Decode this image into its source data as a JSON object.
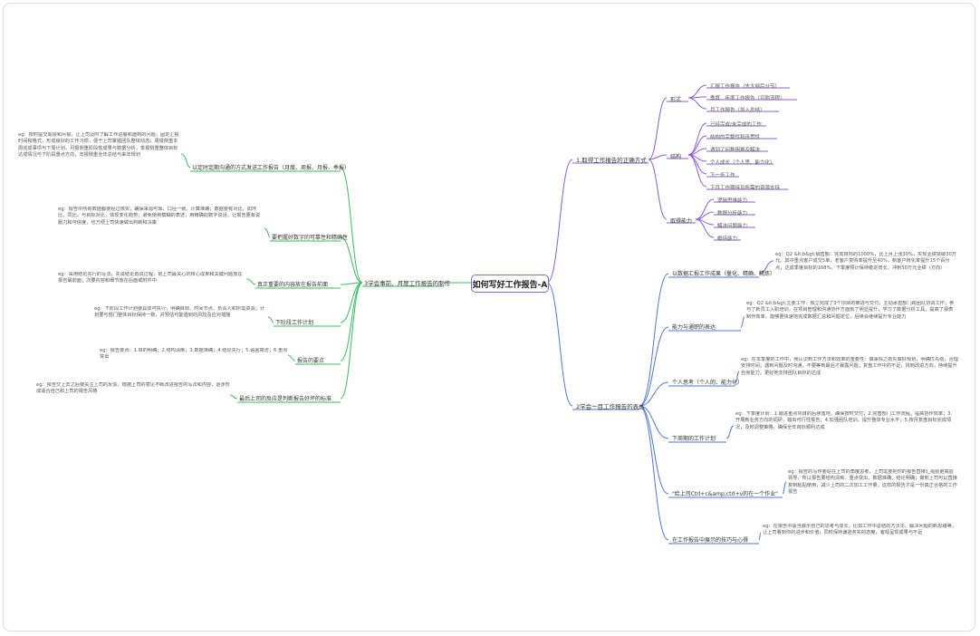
{
  "root": "如何写好工作报告-A",
  "right": [
    {
      "label": "1.取得工作报告的正确方式",
      "children": [
        {
          "label": "形式",
          "children": [
            "汇报工作报告（先大纲后分节）",
            "季度、年度工作报告（可附流程）",
            "月工作报告（加入总结）"
          ]
        },
        {
          "label": "结构",
          "children": [
            "已经完成/未完成的工作",
            "结构的完整性和连贯性",
            "遇到了何种困难及解决",
            "个人成长（个人思、能力化）",
            "下一步工作",
            "下月工作期待及所需的资源支持"
          ]
        },
        {
          "label": "取得能力",
          "children": [
            "逻辑思维能力",
            "数据分析能力",
            "解决问题能力",
            "概括能力"
          ]
        }
      ]
    },
    {
      "label": "2学会一目工作报告的表达",
      "children": [
        {
          "label": "以数据汇报工作成果（量化、精确、精炼）",
          "note": "eg：Q2 &lt;b&gt;销售额：完成目标的1000%，比上月上涨30%，实现业绩突破30万元。其中重点客户成交5单，老客户复购率提升至40%，新客户转化率提升15个百分点，达成季度目标的108%。下季度预计保持稳定增长，冲刺50万元业绩（方向）"
        },
        {
          "label": "能力与通职的表达",
          "note": "eg：Q2 &lt;b&gt;主要工作：独立完成了3个项目的推进与交付，主动承担部门跨团队协调工作；参与了新员工入职培训，在项目管理和沟通协作方面有了明显提升，学习了数据分析工具，提高了报表制作效率，能够更快速地完成数据汇总和问题定位，后续会继续提升专业能力"
        },
        {
          "label": "个人思考（个人的、能力化）",
          "note": "eg：在本季度的工作中，我认识到工作方法和效率的重要性：做事情之前先做好规划，明确优先级，合理安排时间；遇到问题及时沟通，不要等到最后才暴露问题；复盘工作中的不足，找到改进方向，持续提升自身能力，更好地支持团队目标的达成"
        },
        {
          "label": "下周期的工作计划",
          "note": "eg：下季度计划：1.跟进重点项目的后续落地，确保按时交付；2.完善部门工作流程，提高协作效率；3.开展新业务方向的调研，输出可行性报告；4.加强团队培训，提升整体专业水平；5.按月复盘目标完成情况，及时调整策略，确保全年目标顺利达成"
        },
        {
          "label": "\"给上司Ctrl+c&amp;ctrl+v的在一个作业\"",
          "note": "eg：报告的写作要站在上司的角度思考，上司需要把你的报告直接汇报给更高层领导，所以报告要结构清晰、重点突出、数据准确、结论明确；做到上司可以直接复制粘贴使用，减少上司的二次加工工作量，这样的报告才是一份真正合格的工作报告"
        },
        {
          "label": "在工作报告中展示的技巧与心得",
          "note": "eg：在报告中适当展示自己的思考与成长，比如工作中总结的方法论、解决问题的新思路等，让上司看到你的进步和价值；同时保持谦逊务实的态度，客观呈现成果与不足"
        }
      ]
    }
  ],
  "left": [
    {
      "label": "3学会事前、月度工作报告的制作",
      "children": [
        {
          "label": "以定时定期沟通的方式发送工作报告（月度、周报、月报、季报）",
          "note": "eg：按时提交周报和月报，让上司及时了解工作进展和遇到的问题；固定汇报时间和格式，形成良好的工作习惯，便于上司掌握团队整体动态；周报侧重本周完成事项与下周计划，月报侧重阶段性成果与数据分析，季报侧重整体目标达成情况与下阶段重点方向，年报侧重全年总结与来年规划"
        },
        {
          "label": "要把握好数字的可靠性和精确性",
          "note": "eg：报告中所有数据都要经过核实，确保来源可靠、口径一致、计算准确；数据要有对比，如环比、同比、与目标对比，体现变化趋势；避免使用模糊的表述，用精确的数字说话，让报告更有说服力和可信度，也方便上司快速做出判断和决策"
        },
        {
          "label": "真正重要的内容放在报告前面",
          "note": "eg：采用结论先行的写法，先说结论再说过程，把上司最关心的核心成果和关键问题放在报告最前面；次要内容和细节放在后面或附件中"
        },
        {
          "label": "下阶段工作计划",
          "note": "eg：下阶段工作计划要具体可执行，明确目标、时间节点、负责人和所需资源；计划要与部门整体目标保持一致，并预估可能遇到的风险及应对措施"
        },
        {
          "label": "报告的要点",
          "note": "eg：报告要点：1.目的明确；2.结构清晰；3.数据准确；4.结论先行；5.语言简洁；6.重点突出"
        },
        {
          "label": "最后上司的反应是判断报告好坏的标准",
          "note": "eg：报告交上去之后要关注上司的反馈，根据上司的意见不断改进报告的写法和内容，逐步形成适合自己和上司的报告风格"
        }
      ]
    }
  ],
  "colors": {
    "root_border": "#7c6cd8",
    "branch1": "#8e5cd9",
    "branch2": "#4f78d6",
    "branch3": "#3fb962"
  }
}
